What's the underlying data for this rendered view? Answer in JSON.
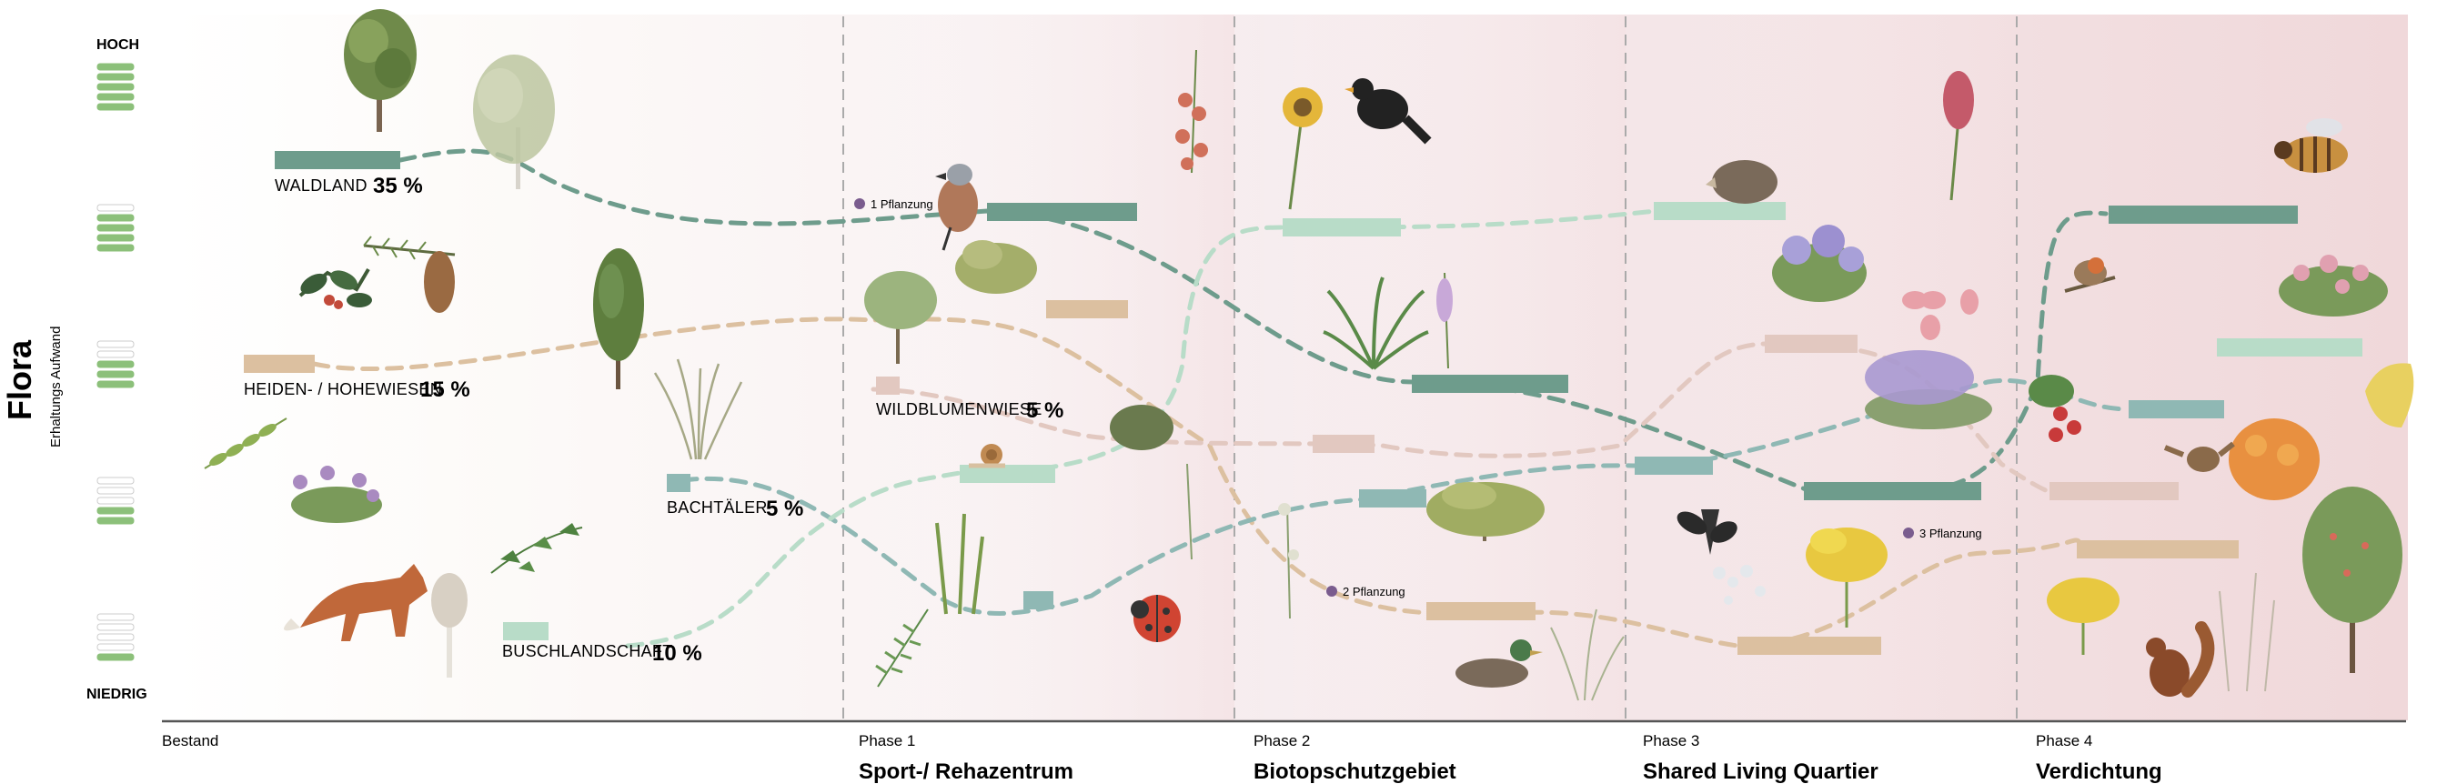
{
  "title": "Flora",
  "subtitle": "Erhaltungs Aufwand",
  "scale": {
    "high": "HOCH",
    "low": "NIEDRIG"
  },
  "colors": {
    "waldland": "#6e9c8c",
    "heiden": "#dcc0a0",
    "bachtaeler": "#8fb8b4",
    "buschlandschaft": "#b8dcc8",
    "wildblumenwiese": "#e2c8c0",
    "panel_end": "#f0d6d8"
  },
  "categories": [
    {
      "key": "waldland",
      "label": "WALDLAND",
      "percent": "35 %"
    },
    {
      "key": "heiden",
      "label": "HEIDEN- / HOHEWIESEN",
      "percent": "15 %"
    },
    {
      "key": "bachtaeler",
      "label": "BACHTÄLER",
      "percent": "5 %"
    },
    {
      "key": "buschlandschaft",
      "label": "BUSCHLANDSCHAFT",
      "percent": "10 %"
    },
    {
      "key": "wildblumenwiese",
      "label": "WILDBLUMENWIESE",
      "percent": "5 %"
    }
  ],
  "timeline": {
    "start": "Bestand",
    "phases": [
      {
        "label": "Phase 1",
        "title": "Sport-/ Rehazentrum"
      },
      {
        "label": "Phase 2",
        "title": "Biotopschutzgebiet"
      },
      {
        "label": "Phase 3",
        "title": "Shared Living Quartier"
      },
      {
        "label": "Phase 4",
        "title": "Verdichtung"
      }
    ]
  },
  "plantings": [
    "1 Pflanzung",
    "2 Pflanzung",
    "3 Pflanzung"
  ],
  "illustrations": [
    "oak-tree-icon",
    "birch-tree-icon",
    "holly-icon",
    "pine-branch-icon",
    "poplar-tree-icon",
    "grass-tuft-icon",
    "rowan-leaf-icon",
    "heather-flower-icon",
    "fox-icon",
    "mushroom-icon",
    "ivy-icon",
    "shrike-bird-icon",
    "shrub-icon",
    "rosehip-icon",
    "bush-icon",
    "snail-icon",
    "horsetail-icon",
    "fern-icon",
    "hawthorn-icon",
    "ladybug-icon",
    "sunflower-icon",
    "blackbird-icon",
    "palm-plant-icon",
    "foxglove-icon",
    "yarrow-icon",
    "maple-shrub-icon",
    "duck-icon",
    "grass-icon",
    "hedgehog-icon",
    "thistle-flower-icon",
    "orchid-icon",
    "butterfly-pink-icon",
    "lavender-icon",
    "swallowtail-butterfly-icon",
    "lichen-icon",
    "yellow-flower-bush-icon",
    "bee-icon",
    "robin-icon",
    "wild-rose-bush-icon",
    "berries-icon",
    "brimstone-butterfly-icon",
    "marigold-icon",
    "sparrow-icon",
    "yarrow-yellow-icon",
    "squirrel-icon",
    "reed-icon",
    "apple-tree-icon"
  ]
}
